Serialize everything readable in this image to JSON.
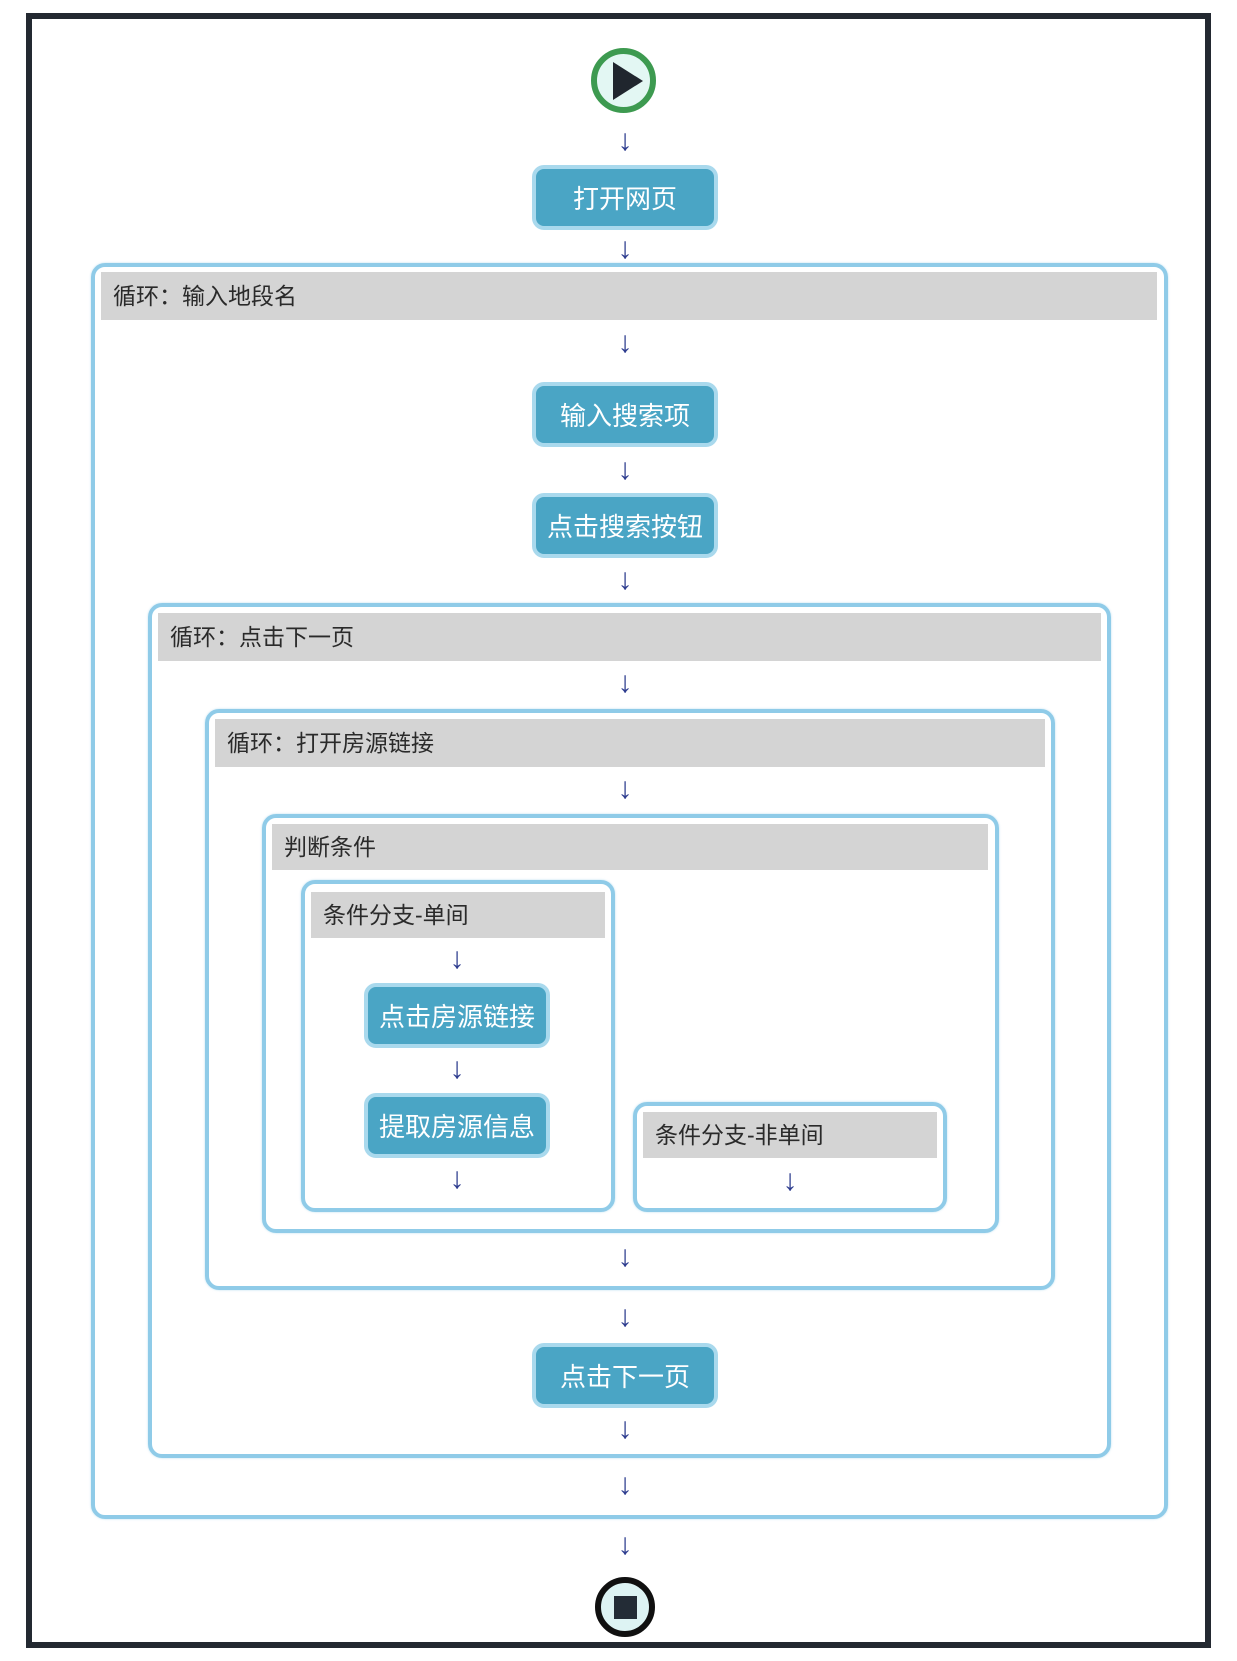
{
  "arrow_glyph": "↓",
  "icons": {
    "start": "play-icon",
    "end": "stop-icon",
    "connector": "arrow-down-icon"
  },
  "colors": {
    "frame_border": "#232931",
    "container_border": "#8fcbe8",
    "header_bg": "#d4d4d4",
    "header_text": "#2a2a2a",
    "button_bg": "#4aa5c5",
    "button_border": "#a9d9ed",
    "button_text": "#ffffff",
    "arrow": "#2e3d8f",
    "start_ring": "#3d9a50",
    "start_fill": "#e3f7f3",
    "end_ring": "#101010",
    "end_fill": "#ddf3f3"
  },
  "flow": {
    "open_webpage": "打开网页",
    "loop_input_area": "循环：输入地段名",
    "enter_search_term": "输入搜索项",
    "click_search_button": "点击搜索按钮",
    "loop_click_next_page": "循环：点击下一页",
    "loop_open_listing_link": "循环：打开房源链接",
    "condition": "判断条件",
    "branch_single_room": "条件分支-单间",
    "click_listing_link": "点击房源链接",
    "extract_listing_info": "提取房源信息",
    "branch_not_single_room": "条件分支-非单间",
    "click_next_page": "点击下一页"
  }
}
